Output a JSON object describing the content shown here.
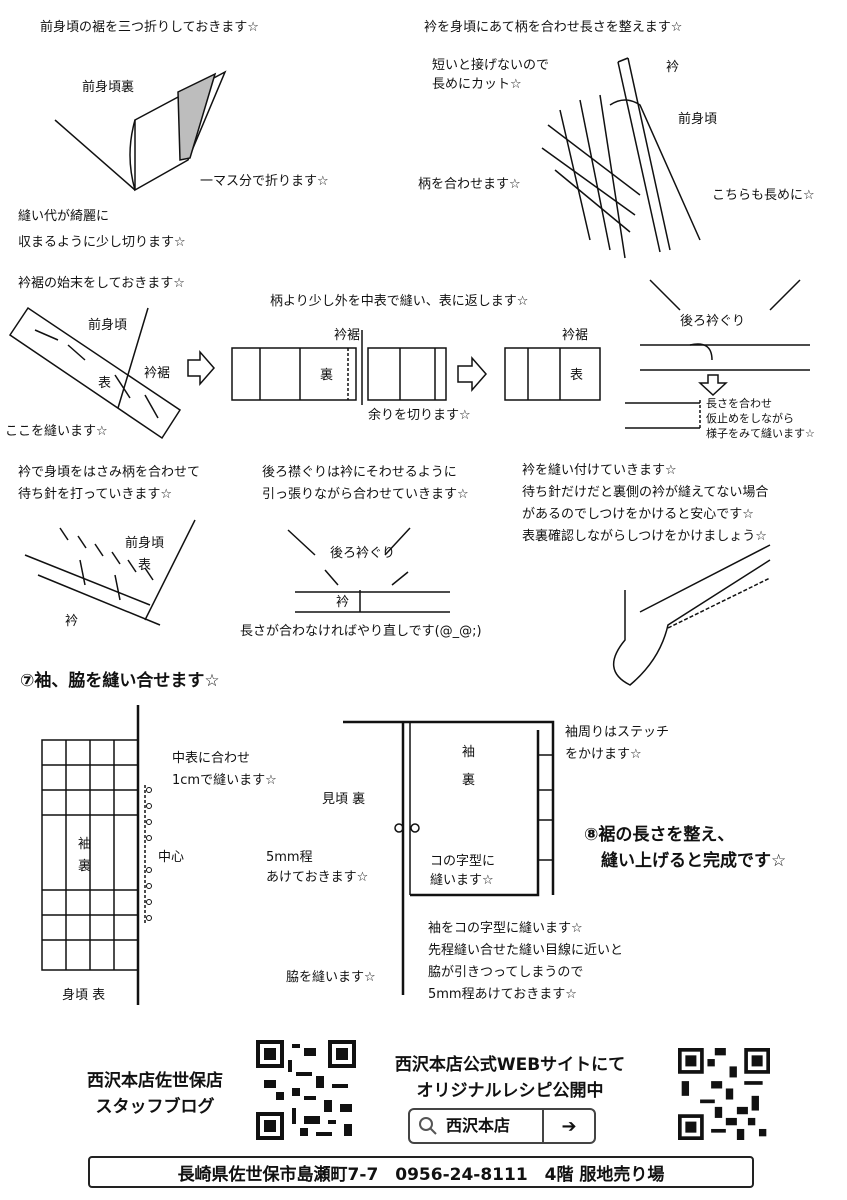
{
  "step1": {
    "title": "前身頃の裾を三つ折りしておきます☆",
    "label_back": "前身頃裏",
    "fold_note": "一マス分で折ります☆",
    "cut_note": "縫い代が綺麗に\n収まるように少し切ります☆"
  },
  "step2": {
    "title": "衿を身頃にあて柄を合わせ長さを整えます☆",
    "short_note": "短いと接げないので\n長めにカット☆",
    "label_collar": "衿",
    "label_front": "前身頃",
    "pattern_note": "柄を合わせます☆",
    "long_note": "こちらも長めに☆"
  },
  "step3": {
    "title": "衿裾の始末をしておきます☆",
    "label_front": "前身頃",
    "label_hem": "衿裾",
    "label_face": "表",
    "sew_here": "ここを縫います☆"
  },
  "step4": {
    "title": "柄より少し外を中表で縫い、表に返します☆",
    "label_hem_a": "衿裾",
    "label_back": "裏",
    "label_hem_b": "衿裾",
    "label_face": "表",
    "trim_note": "余りを切ります☆"
  },
  "step5": {
    "label_neck": "後ろ衿ぐり",
    "note": "長さを合わせ\n仮止めをしながら\n様子をみて縫います☆"
  },
  "step6": {
    "title": "衿で身頃をはさみ柄を合わせて\n待ち針を打っていきます☆",
    "label_front": "前身頃",
    "label_face": "表",
    "label_collar": "衿"
  },
  "step7": {
    "title": "後ろ襟ぐりは衿にそわせるように\n引っ張りながら合わせていきます☆",
    "label_neck": "後ろ衿ぐり",
    "label_collar": "衿",
    "redo_note": "長さが合わなければやり直しです(@_@;)"
  },
  "step8": {
    "title": "衿を縫い付けていきます☆\n待ち針だけだと裏側の衿が縫えてない場合\nがあるのでしつけをかけると安心です☆\n表裏確認しながらしつけをかけましょう☆"
  },
  "section7": {
    "title": "⑦袖、脇を縫い合せます☆",
    "sleeve_label": "袖\n裏",
    "center": "中心",
    "body_face": "身頃 表",
    "align_note": "中表に合わせ\n1cmで縫います☆",
    "body_back": "見頃 裏",
    "gap_note": "5mm程\nあけておきます☆",
    "side_note": "脇を縫います☆",
    "sleeve_back": "袖\n\n裏",
    "u_note": "コの字型に\n縫います☆",
    "stitch_note": "袖周りはステッチ\nをかけます☆",
    "detail_note": "袖をコの字型に縫います☆\n先程縫い合せた縫い目線に近いと\n脇が引きつってしまうので\n5mm程あけておきます☆"
  },
  "section8": {
    "title": "⑧裾の長さを整え、\n　縫い上げると完成です☆"
  },
  "footer": {
    "blog": "西沢本店佐世保店\nスタッフブログ",
    "web": "西沢本店公式WEBサイトにて\nオリジナルレシピ公開中",
    "search_text": "西沢本店",
    "search_go": "➔",
    "address": "長崎県佐世保市島瀬町7-7　0956-24-8111　4階 服地売り場"
  }
}
